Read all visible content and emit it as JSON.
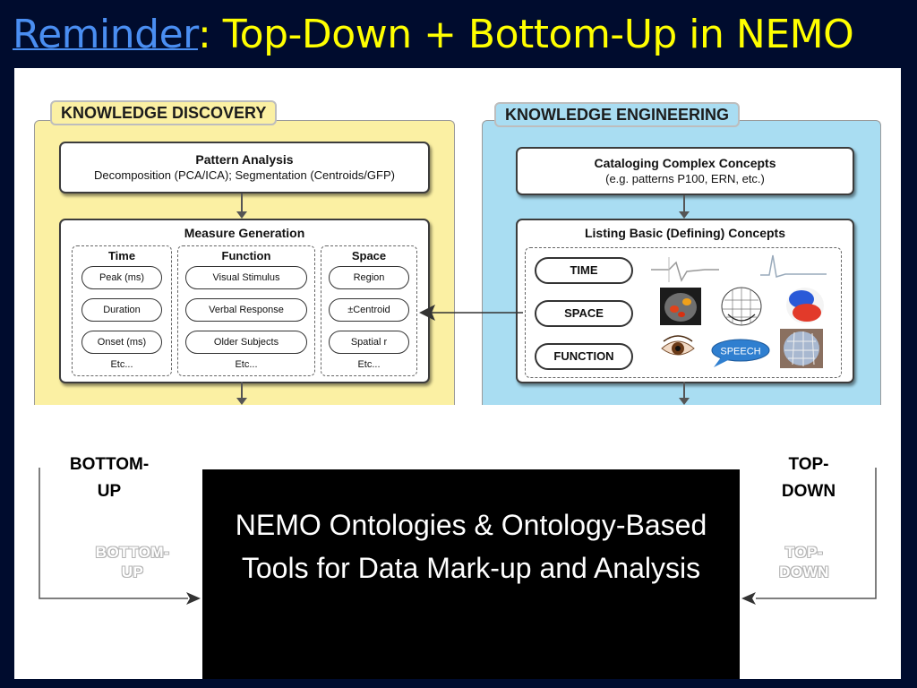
{
  "slide": {
    "title_link": "Reminder",
    "title_rest": ": Top-Down + Bottom-Up in NEMO"
  },
  "discovery": {
    "tag": "KNOWLEDGE DISCOVERY",
    "pattern_analysis": {
      "title": "Pattern Analysis",
      "subtitle": "Decomposition (PCA/ICA); Segmentation (Centroids/GFP)"
    },
    "measure_generation": {
      "title": "Measure Generation",
      "columns": [
        {
          "title": "Time",
          "items": [
            "Peak (ms)",
            "Duration",
            "Onset (ms)"
          ],
          "etc": "Etc..."
        },
        {
          "title": "Function",
          "items": [
            "Visual Stimulus",
            "Verbal Response",
            "Older Subjects"
          ],
          "etc": "Etc..."
        },
        {
          "title": "Space",
          "items": [
            "Region",
            "±Centroid",
            "Spatial r"
          ],
          "etc": "Etc..."
        }
      ]
    }
  },
  "engineering": {
    "tag": "KNOWLEDGE ENGINEERING",
    "cataloging": {
      "title": "Cataloging Complex Concepts",
      "subtitle": "(e.g. patterns  P100,  ERN, etc.)"
    },
    "listing": {
      "title": "Listing Basic (Defining) Concepts",
      "items": [
        "TIME",
        "SPACE",
        "FUNCTION"
      ],
      "speech_bubble": "SPEECH"
    }
  },
  "bottom_up_label": "BOTTOM-\nUP",
  "top_down_label": "TOP-\nDOWN",
  "bottom_up_ghost": "BOTTOM-\nUP",
  "top_down_ghost": "TOP-\nDOWN",
  "center_box_text": "NEMO Ontologies & Ontology-Based Tools for Data Mark-up and Analysis",
  "colors": {
    "slide_bg": "#000c2e",
    "title_link": "#4a8ef2",
    "title_text": "#ffff00",
    "discovery_bg": "#fbf0a3",
    "engineering_bg": "#a9ddf2"
  }
}
